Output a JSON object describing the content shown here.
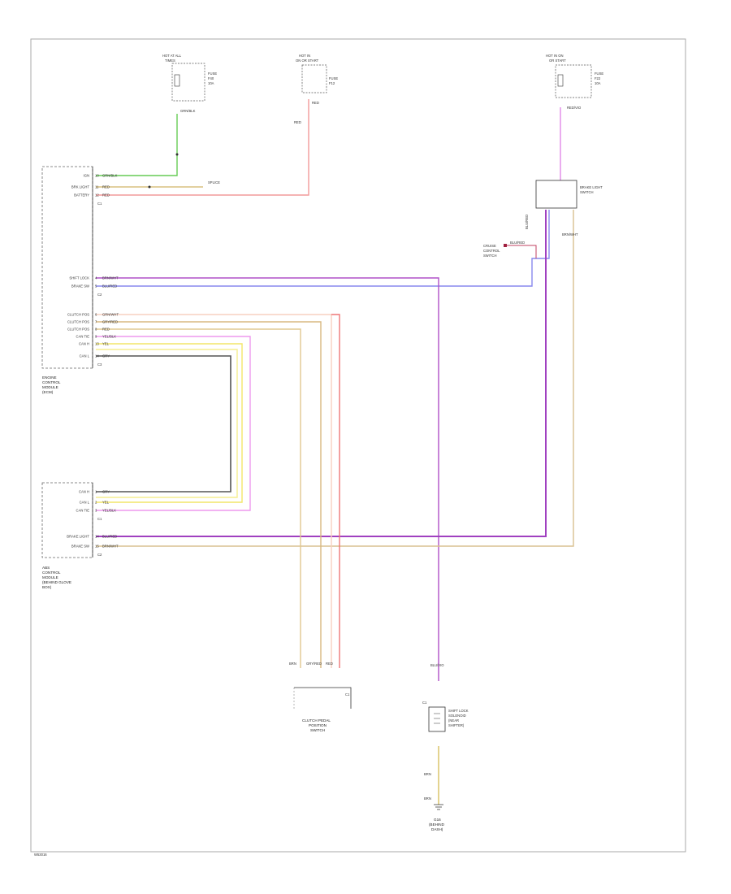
{
  "components": {
    "top_left_fuse": {
      "title_lines": [
        "HOT AT ALL",
        "TIMES"
      ],
      "fuse_lines": [
        "FUSE",
        "F40",
        "10A"
      ]
    },
    "top_mid_fuse": {
      "title_lines": [
        "HOT IN",
        "ON OR START"
      ],
      "fuse_lines": [
        "FUSE",
        "F12"
      ]
    },
    "top_right_fuse": {
      "title_lines": [
        "HOT IN ON",
        "OR START"
      ],
      "fuse_lines": [
        "FUSE",
        "F22",
        "10A"
      ]
    },
    "engine_module": {
      "name_lines": [
        "ENGINE",
        "CONTROL",
        "MODULE",
        "(ECM)"
      ]
    },
    "brake_switch": {
      "name_lines": [
        "BRAKE LIGHT",
        "SWITCH"
      ]
    },
    "cruise_switch": {
      "name_lines": [
        "CRUISE",
        "CONTROL",
        "SWITCH"
      ]
    },
    "abs_module": {
      "name_lines": [
        "ABS",
        "CONTROL",
        "MODULE",
        "(BEHIND GLOVE",
        "BOX)"
      ]
    },
    "clutch_switch": {
      "name_lines": [
        "CLUTCH PEDAL",
        "POSITION",
        "SWITCH"
      ]
    },
    "shift_lock": {
      "name_lines": [
        "SHIFT LOCK",
        "SOLENOID",
        "(NEAR",
        "SHIFTER)"
      ]
    },
    "ground": {
      "name_lines": [
        "G16",
        "(BEHIND",
        "DASH)"
      ]
    }
  },
  "ecm_pins": [
    {
      "pin": "10",
      "label": "IGN",
      "wire": "GRN/BLK"
    },
    {
      "pin": "11",
      "label": "BRK LIGHT",
      "wire": "RED"
    },
    {
      "pin": "12",
      "label": "BATTERY",
      "wire": "RED"
    },
    {
      "pin": "4",
      "label": "SHIFT LOCK",
      "wire": "BRN/WHT"
    },
    {
      "pin": "5",
      "label": "BRAKE SW",
      "wire": "BLU/RED"
    },
    {
      "pin": "6",
      "label": "CLUTCH POS",
      "wire": "GRN/WHT"
    },
    {
      "pin": "7",
      "label": "CLUTCH POS",
      "wire": "GRY/RED"
    },
    {
      "pin": "8",
      "label": "CLUTCH POS",
      "wire": "RED"
    },
    {
      "pin": "9",
      "label": "CAN TIE",
      "wire": "YEL/BLK"
    },
    {
      "pin": "13",
      "label": "CAN H",
      "wire": "YEL"
    },
    {
      "pin": "14",
      "label": "CAN L",
      "wire": "GRY"
    }
  ],
  "abs_pins": [
    {
      "pin": "1",
      "label": "CAN H",
      "wire": "GRY"
    },
    {
      "pin": "2",
      "label": "CAN L",
      "wire": "YEL"
    },
    {
      "pin": "3",
      "label": "CAN TIE",
      "wire": "YEL/BLK"
    },
    {
      "pin": "14",
      "label": "BRAKE LIGHT",
      "wire": "BLU/RED"
    },
    {
      "pin": "15",
      "label": "BRAKE SW",
      "wire": "BRN/WHT"
    }
  ],
  "wire_labels": {
    "fuse1_out": "GRN/BLK",
    "fuse2_out": "RED",
    "fuse3_out": "RED/VIO",
    "brake_out_a": "BLU/RED",
    "brake_out_b": "BRN/WHT",
    "splice_label": "SPLICE",
    "clutch_w1": "BRN",
    "clutch_w2": "GRY/RED",
    "clutch_w3": "RED",
    "shift_in": "BLU/VIO",
    "shift_out": "BRN"
  },
  "connector_ids": {
    "ecm_c1": "C1",
    "ecm_c2": "C2",
    "ecm_c3": "C3",
    "abs_c1": "C1",
    "abs_c2": "C2",
    "clutch_c": "C1",
    "shift_c": "C1"
  },
  "footer": {
    "code": "W53016"
  },
  "colors": {
    "green": "#66cc55",
    "red": "#ee7777",
    "pink": "#f5a0a0",
    "blue": "#8888ee",
    "violet": "#aa44bb",
    "yellow": "#f0e060",
    "gray": "#555555",
    "brown": "#c8a070",
    "light_violet": "#dd88ee"
  }
}
